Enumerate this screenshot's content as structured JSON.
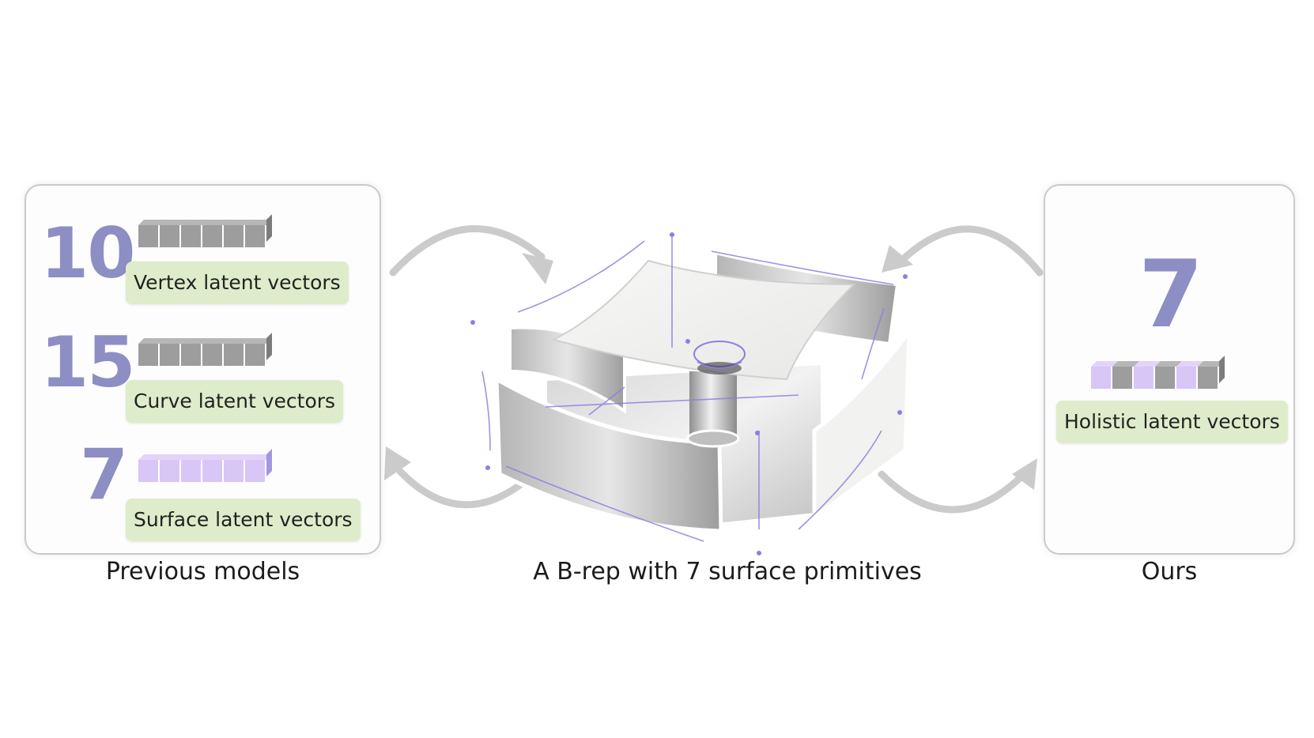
{
  "left_panel": {
    "rows": [
      {
        "count": "10",
        "label": "Vertex latent vectors",
        "color": "gray"
      },
      {
        "count": "15",
        "label": "Curve latent vectors",
        "color": "gray"
      },
      {
        "count": "7",
        "label": "Surface latent vectors",
        "color": "purple"
      }
    ],
    "caption": "Previous models"
  },
  "center": {
    "caption": "A B-rep with 7 surface primitives"
  },
  "right_panel": {
    "count": "7",
    "label": "Holistic latent vectors",
    "caption": "Ours"
  },
  "colors": {
    "count_text": "#8c8ec4",
    "label_bg": "#dfeccb",
    "vector_gray": "#9d9d9d",
    "vector_purple": "#d8c6f7",
    "outline_purple": "#8e7ee0",
    "arrow_gray": "#c9c9c9"
  }
}
